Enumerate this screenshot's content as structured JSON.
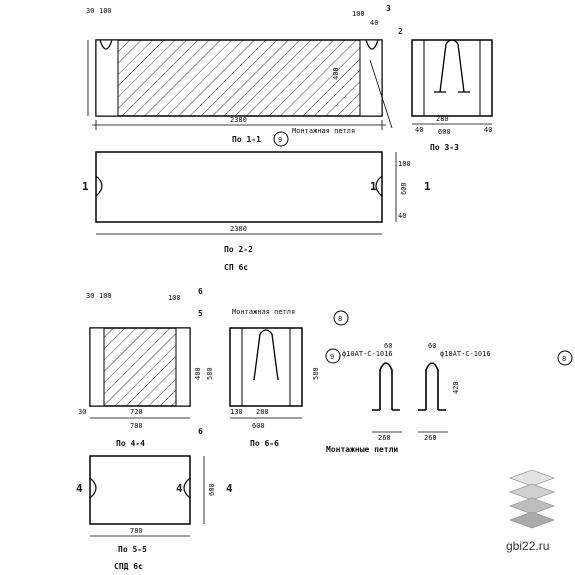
{
  "labels": {
    "sec11": "По 1-1",
    "sec22": "По 2-2",
    "sec33": "По 3-3",
    "sec44": "По 4-4",
    "sec55": "По 5-5",
    "sec66": "По 6-6",
    "mark1": "СП 6с",
    "mark2": "СПД 6с",
    "loop": "Монтажная петля",
    "loops": "Монтажные петли",
    "site": "gbi22.ru",
    "n1": "1",
    "n2": "2",
    "n3": "3",
    "n4": "4",
    "n5": "5",
    "n6": "6",
    "n8": "8",
    "n9": "9",
    "bar1": "ф10АТ-С-1016",
    "bar2": "ф10АТ-С-1016"
  },
  "dims": {
    "d30": "30",
    "d100": "100",
    "d40": "40",
    "d2380": "2380",
    "d600": "600",
    "d280": "280",
    "d130": "130",
    "d400": "400",
    "d580": "580",
    "d720": "720",
    "d780": "780",
    "d60": "60",
    "d420": "420",
    "d260": "260"
  }
}
